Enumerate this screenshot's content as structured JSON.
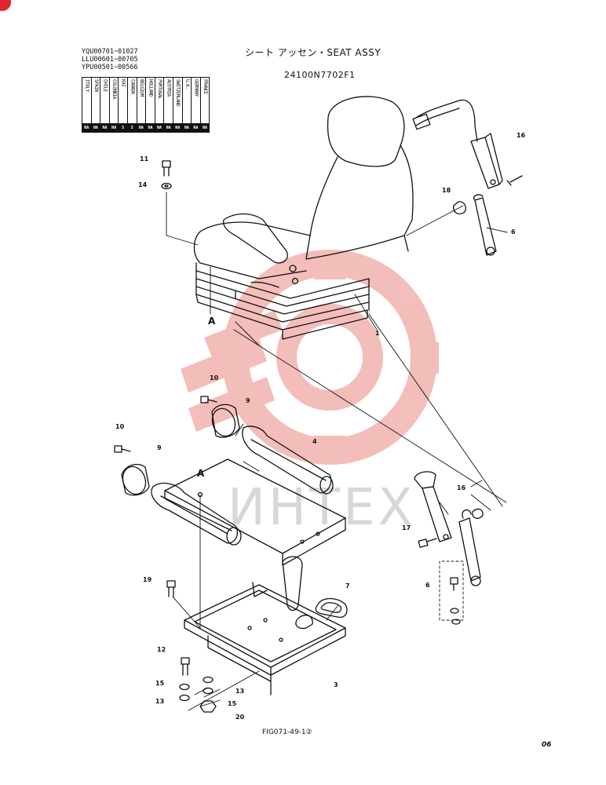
{
  "header": {
    "title": "シート アッセン・SEAT ASSY",
    "part_number": "24100N7702F1",
    "serial_ranges": [
      "YQU00701~01027",
      "LLU00601~00705",
      "YPU00501~00566"
    ]
  },
  "country_table": {
    "countries": [
      "ITALY",
      "SPAIN",
      "CHILE",
      "COLOMBIA",
      "KAI",
      "CANADA",
      "BELGIUM",
      "HOLLAND",
      "PORTUGAL",
      "AUSTRIA",
      "SWITZERLAND",
      "U.K.",
      "GERMANY",
      "FRANCE"
    ],
    "codes": [
      "NA",
      "NA",
      "NA",
      "NA",
      "S",
      "S",
      "NA",
      "NA",
      "NA",
      "NA",
      "NA",
      "NA",
      "NA",
      "NA"
    ]
  },
  "callouts": {
    "c1": "1",
    "c3": "3",
    "c4": "4",
    "c6a": "6",
    "c6b": "6",
    "c7": "7",
    "c9a": "9",
    "c9b": "9",
    "c10a": "10",
    "c10b": "10",
    "c11": "11",
    "c12": "12",
    "c13a": "13",
    "c13b": "13",
    "c14": "14",
    "c15a": "15",
    "c15b": "15",
    "c16a": "16",
    "c16b": "16",
    "c17": "17",
    "c18": "18",
    "c19": "19",
    "c20": "20",
    "refA1": "A",
    "refA2": "A"
  },
  "watermark": {
    "text": "ИНТЕХ",
    "color": "#e8382f"
  },
  "footer": {
    "figure_code": "FIG071-49-1②",
    "page": "06"
  },
  "colors": {
    "line": "#111111",
    "watermark": "#e8382f",
    "badge": "#e02434"
  }
}
